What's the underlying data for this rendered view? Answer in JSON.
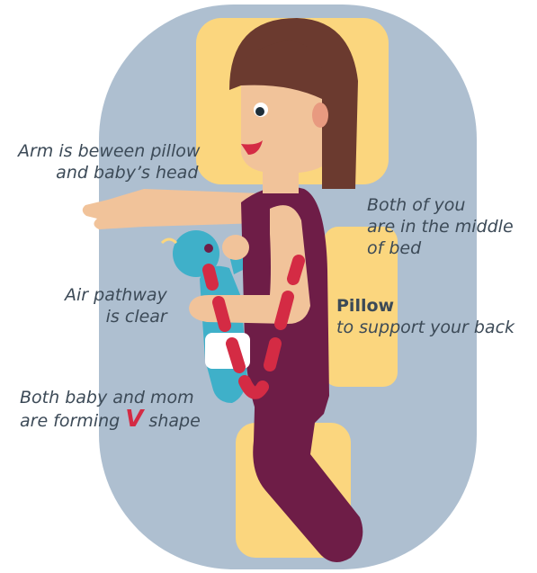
{
  "labels": {
    "arm": [
      "Arm is beween pillow",
      "and baby’s head"
    ],
    "middle": [
      "Both of you",
      "are in the middle",
      "of bed"
    ],
    "air": [
      "Air pathway",
      "is clear"
    ],
    "pillow_title": "Pillow",
    "pillow_sub": "to support your back",
    "v_line1": "Both baby and mom",
    "v_line2_pre": "are forming",
    "v_letter": "V",
    "v_line2_post": "shape"
  },
  "colors": {
    "bed": "#aebfd0",
    "pillow": "#fbd67e",
    "hair": "#6b3a2f",
    "skin": "#f1c39a",
    "shirt": "#6e1d47",
    "baby": "#3fb0c9",
    "accent": "#d42b44",
    "text": "#3c4a57"
  }
}
